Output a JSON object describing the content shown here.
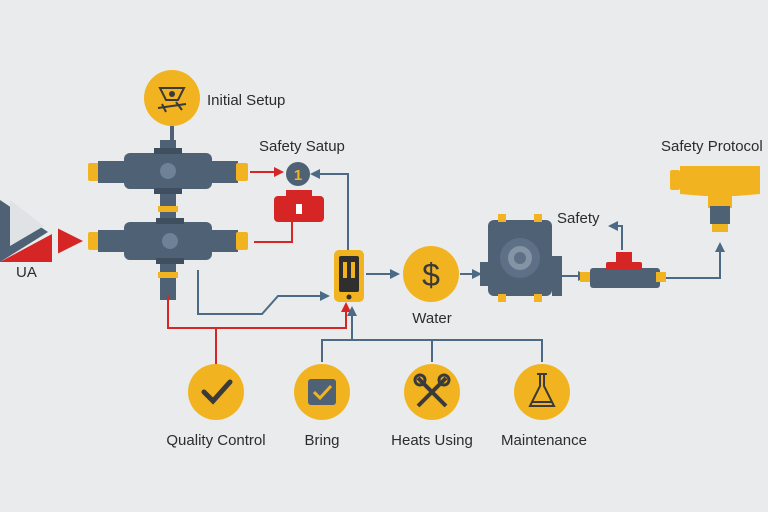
{
  "labels": {
    "initial_setup": "Initial Setup",
    "safety_satup": "Safety Satup",
    "safety_protocol": "Safety Protocol",
    "safety": "Safety",
    "ua": "UA",
    "water": "Water",
    "quality_control": "Quality Control",
    "bring": "Bring",
    "heats_using": "Heats Using",
    "maintenance": "Maintenance"
  },
  "step_badge": "1",
  "colors": {
    "background": "#e9ebec",
    "pipe": "#4f6174",
    "accent_yellow": "#f2b320",
    "connector_red": "#d62525",
    "connector_blue": "#4c6a86",
    "text": "#2c2c2c"
  },
  "icons": [
    "pump-bell-icon",
    "check-icon",
    "checkbox-icon",
    "wrench-icon",
    "flask-icon",
    "dollar-icon",
    "phone-control-icon"
  ]
}
